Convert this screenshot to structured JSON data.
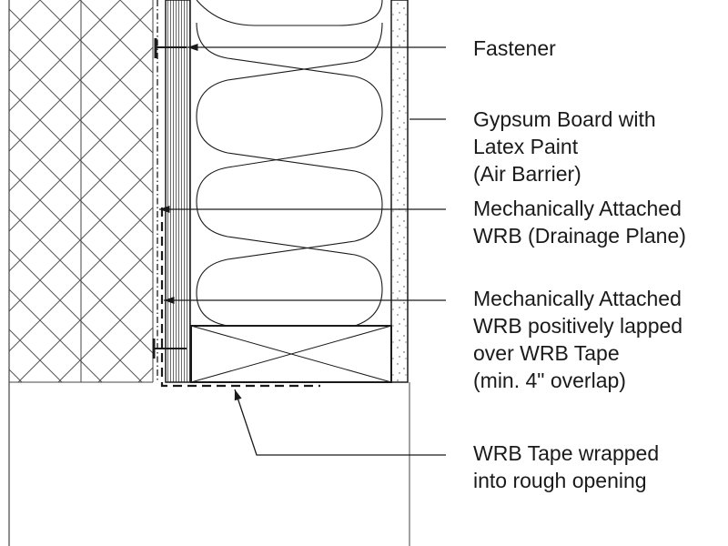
{
  "labels": {
    "fastener": [
      "Fastener"
    ],
    "gypsum": [
      "Gypsum Board with",
      "Latex Paint",
      "(Air Barrier)"
    ],
    "wrb_drainage": [
      "Mechanically Attached",
      "WRB (Drainage Plane)"
    ],
    "wrb_lapped": [
      "Mechanically Attached",
      "WRB positively lapped",
      "over WRB Tape",
      "(min. 4\" overlap)"
    ],
    "wrb_tape": [
      "WRB Tape wrapped",
      "into rough opening"
    ]
  },
  "colors": {
    "line": "#1a1a1a",
    "hatch": "#555555"
  }
}
